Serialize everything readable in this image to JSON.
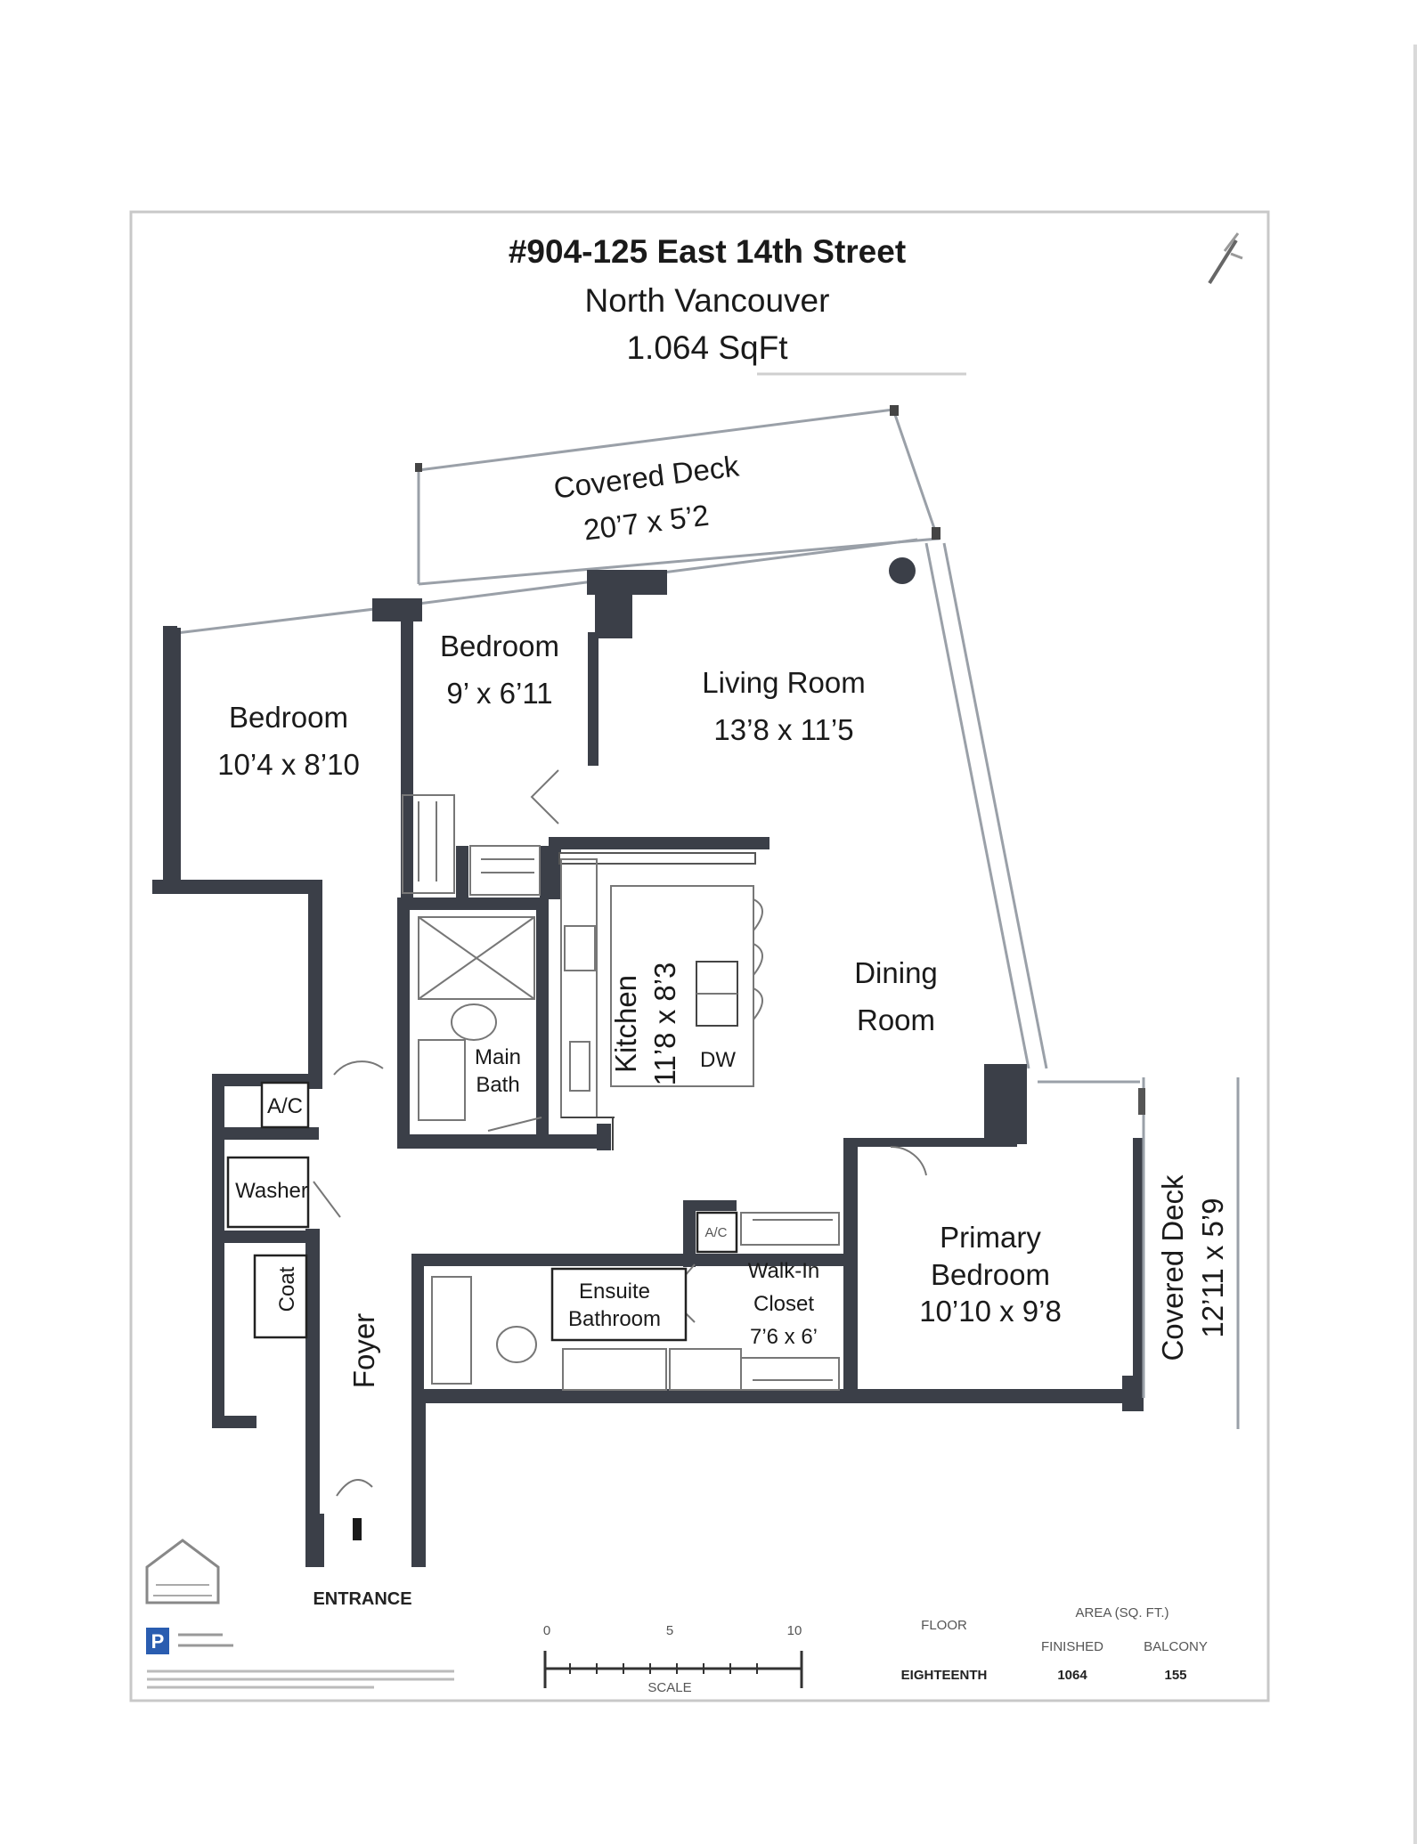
{
  "header": {
    "address": "#904-125 East 14th Street",
    "city": "North Vancouver",
    "area": "1.064 SqFt"
  },
  "rooms": {
    "covered_deck_top": {
      "name": "Covered Deck",
      "dims": "20’7 x 5’2"
    },
    "bedroom_left": {
      "name": "Bedroom",
      "dims": "10’4 x 8’10"
    },
    "bedroom_small": {
      "name": "Bedroom",
      "dims": "9’ x 6’11"
    },
    "living_room": {
      "name": "Living Room",
      "dims": "13’8 x 11’5"
    },
    "kitchen": {
      "name": "Kitchen",
      "dims": "11’8 x 8’3"
    },
    "dishwasher": "DW",
    "dining_room": {
      "line1": "Dining",
      "line2": "Room"
    },
    "main_bath": {
      "line1": "Main",
      "line2": "Bath"
    },
    "ac_left": "A/C",
    "washer": "Washer",
    "coat": "Coat",
    "foyer": "Foyer",
    "ensuite": {
      "line1": "Ensuite",
      "line2": "Bathroom"
    },
    "ac_small": "A/C",
    "walk_in": {
      "line1": "Walk-In",
      "line2": "Closet",
      "dims": "7’6 x 6’"
    },
    "primary_bedroom": {
      "line1": "Primary",
      "line2": "Bedroom",
      "dims": "10’10 x 9’8"
    },
    "covered_deck_right": {
      "name": "Covered Deck",
      "dims": "12’11 x 5’9"
    },
    "entrance": "ENTRANCE"
  },
  "legend": {
    "floor_label": "FLOOR",
    "floor_value": "EIGHTEENTH",
    "area_label": "AREA (SQ. FT.)",
    "finished_label": "FINISHED",
    "finished_value": "1064",
    "balcony_label": "BALCONY",
    "balcony_value": "155",
    "scale_label": "SCALE",
    "scale_ticks": [
      "0",
      "5",
      "10"
    ]
  },
  "colors": {
    "wall": "#3b3f48",
    "line": "#777777",
    "text": "#1a1a1a"
  }
}
